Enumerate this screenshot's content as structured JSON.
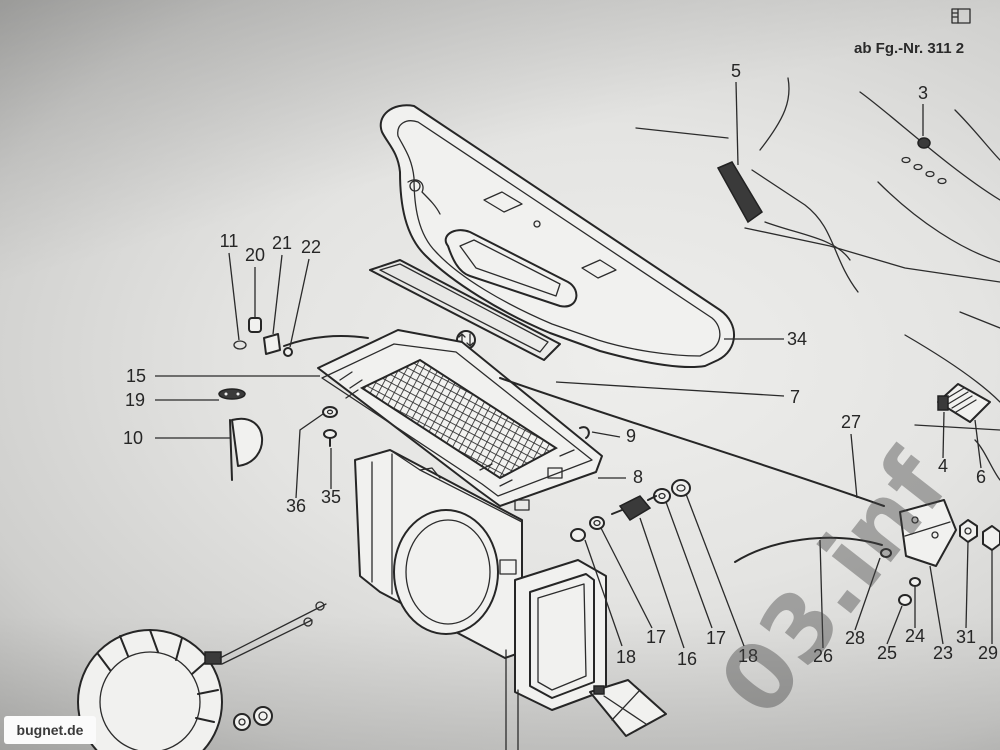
{
  "viewer": {
    "toolbar_icon": "book-icon"
  },
  "header_note": "ab Fg.-Nr. 311 2",
  "callouts": [
    "5",
    "3",
    "11",
    "20",
    "21",
    "22",
    "34",
    "15",
    "19",
    "10",
    "7",
    "9",
    "8",
    "27",
    "36",
    "35",
    "4",
    "6",
    "18",
    "17",
    "16",
    "17",
    "18",
    "26",
    "28",
    "25",
    "24",
    "23",
    "31",
    "29"
  ],
  "symbols": {
    "direction_marker": "up-down-arrow-icon"
  },
  "watermarks": {
    "site": "bugnet.de",
    "overlay": "03.inf"
  },
  "colors": {
    "ink": "#262626",
    "paper": "#e8e8e6",
    "badge": "#fbfbfb"
  }
}
